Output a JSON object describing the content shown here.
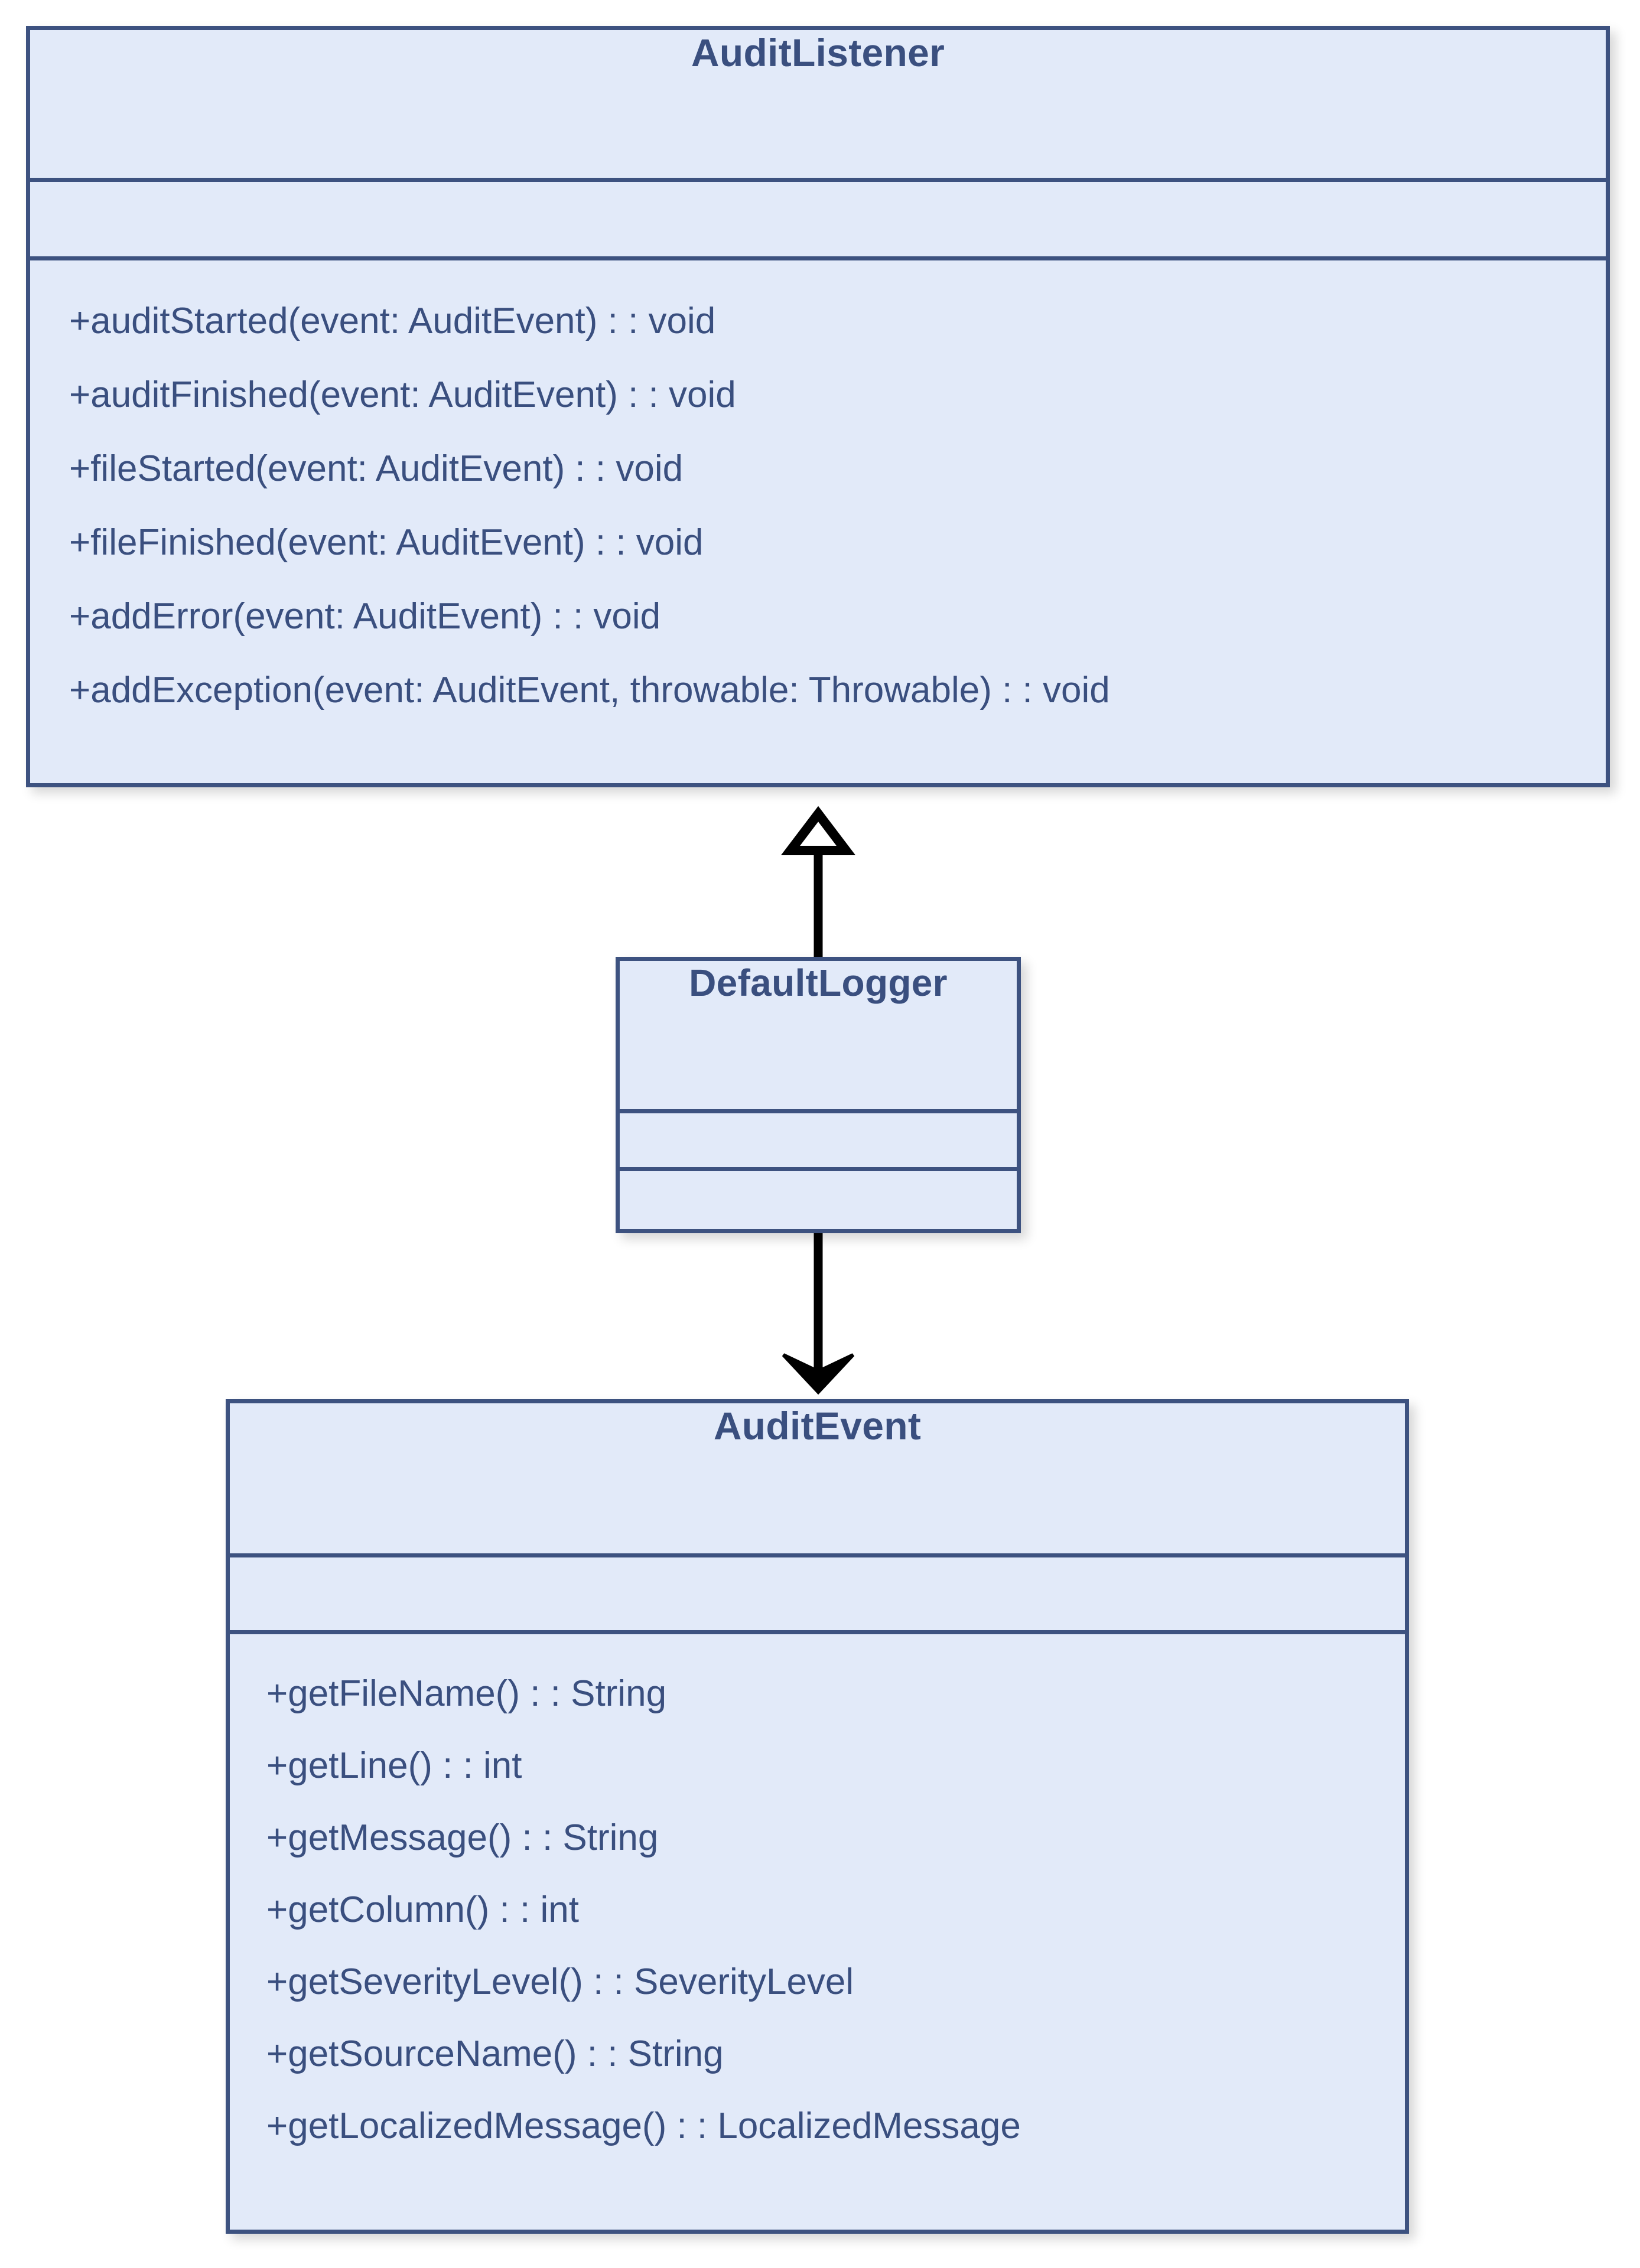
{
  "diagram": {
    "type": "uml-class-diagram",
    "background_color": "#ffffff",
    "class_fill_color": "#e2eaf9",
    "class_border_color": "#3d5280",
    "text_color": "#3a4f7f",
    "connector_color": "#000000"
  },
  "classes": {
    "audit_listener": {
      "name": "AuditListener",
      "attributes": [],
      "methods": [
        "+auditStarted(event: AuditEvent) : : void",
        "+auditFinished(event: AuditEvent) : : void",
        "+fileStarted(event: AuditEvent) : : void",
        "+fileFinished(event: AuditEvent) : : void",
        "+addError(event: AuditEvent) : : void",
        "+addException(event: AuditEvent, throwable: Throwable) : : void"
      ]
    },
    "default_logger": {
      "name": "DefaultLogger",
      "attributes": [],
      "methods": []
    },
    "audit_event": {
      "name": "AuditEvent",
      "attributes": [],
      "methods": [
        "+getFileName() : : String",
        "+getLine() : : int",
        "+getMessage() : : String",
        "+getColumn() : : int",
        "+getSeverityLevel() : : SeverityLevel",
        "+getSourceName() : : String",
        "+getLocalizedMessage() : : LocalizedMessage"
      ]
    }
  },
  "connectors": [
    {
      "id": "generalization-default-logger-to-audit-listener",
      "from": "DefaultLogger",
      "to": "AuditListener",
      "relationship": "generalization",
      "arrowhead": "hollow-triangle",
      "direction": "up"
    },
    {
      "id": "association-default-logger-to-audit-event",
      "from": "DefaultLogger",
      "to": "AuditEvent",
      "relationship": "directed-association",
      "arrowhead": "solid-arrow",
      "direction": "down"
    }
  ]
}
